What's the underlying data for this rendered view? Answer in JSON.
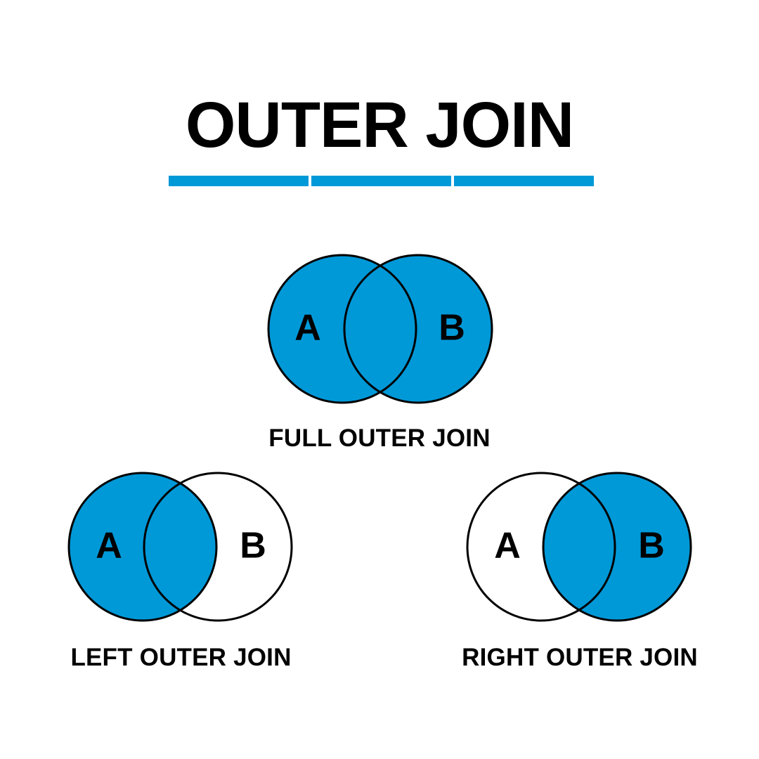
{
  "header": {
    "title": "OUTER JOIN",
    "rule_segments": 3,
    "rule_color": "#0099D8"
  },
  "theme": {
    "background": "#FFFFFF",
    "fill_color": "#0099D8",
    "empty_color": "#FFFFFF",
    "outline_color": "#000000",
    "text_color": "#000000"
  },
  "diagrams": [
    {
      "id": "full-outer-join",
      "caption": "FULL OUTER JOIN",
      "left_label": "A",
      "right_label": "B",
      "left_filled": true,
      "right_filled": true,
      "intersection_filled": true
    },
    {
      "id": "left-outer-join",
      "caption": "LEFT OUTER JOIN",
      "left_label": "A",
      "right_label": "B",
      "left_filled": true,
      "right_filled": false,
      "intersection_filled": true
    },
    {
      "id": "right-outer-join",
      "caption": "RIGHT OUTER JOIN",
      "left_label": "A",
      "right_label": "B",
      "left_filled": false,
      "right_filled": true,
      "intersection_filled": true
    }
  ]
}
